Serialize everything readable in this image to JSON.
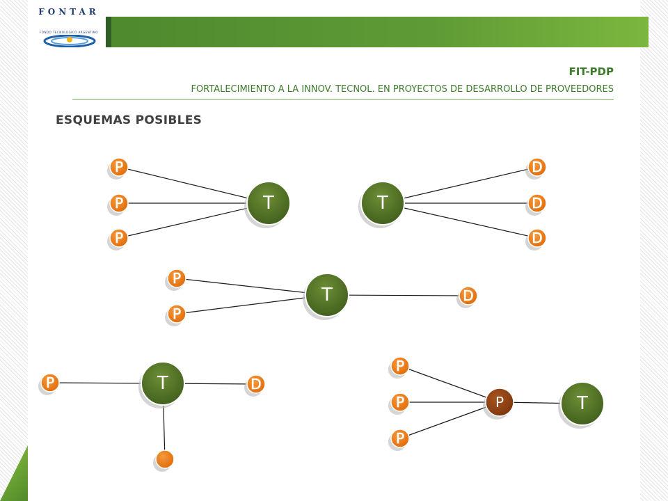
{
  "header": {
    "logo_text": "FONTAR",
    "logo_subtitle": "FONDO TECNOLOGICO ARGENTINO",
    "title": "FIT-PDP",
    "subtitle": "FORTALECIMIENTO A LA INNOV. TECNOL. EN PROYECTOS DE DESARROLLO DE PROVEEDORES"
  },
  "section_heading": "ESQUEMAS POSIBLES",
  "colors": {
    "accent_green": "#3e7a2c",
    "node_dark_green": "#4a6b22",
    "node_orange": "#e8730f",
    "node_brown": "#8c3e10"
  },
  "schemes": [
    {
      "id": "scheme-1",
      "nodes": [
        {
          "id": "s1p1",
          "label": "P"
        },
        {
          "id": "s1p2",
          "label": "P"
        },
        {
          "id": "s1p3",
          "label": "P"
        },
        {
          "id": "s1t",
          "label": "T"
        }
      ],
      "edges": [
        [
          "s1p1",
          "s1t"
        ],
        [
          "s1p2",
          "s1t"
        ],
        [
          "s1p3",
          "s1t"
        ]
      ]
    },
    {
      "id": "scheme-2",
      "nodes": [
        {
          "id": "s2t",
          "label": "T"
        },
        {
          "id": "s2d1",
          "label": "D"
        },
        {
          "id": "s2d2",
          "label": "D"
        },
        {
          "id": "s2d3",
          "label": "D"
        }
      ],
      "edges": [
        [
          "s2t",
          "s2d1"
        ],
        [
          "s2t",
          "s2d2"
        ],
        [
          "s2t",
          "s2d3"
        ]
      ]
    },
    {
      "id": "scheme-3",
      "nodes": [
        {
          "id": "s3p1",
          "label": "P"
        },
        {
          "id": "s3p2",
          "label": "P"
        },
        {
          "id": "s3t",
          "label": "T"
        },
        {
          "id": "s3d",
          "label": "D"
        }
      ],
      "edges": [
        [
          "s3p1",
          "s3t"
        ],
        [
          "s3p2",
          "s3t"
        ],
        [
          "s3t",
          "s3d"
        ]
      ]
    },
    {
      "id": "scheme-4",
      "nodes": [
        {
          "id": "s4p",
          "label": "P"
        },
        {
          "id": "s4t",
          "label": "T"
        },
        {
          "id": "s4d",
          "label": "D"
        },
        {
          "id": "s4o",
          "label": ""
        }
      ],
      "edges": [
        [
          "s4p",
          "s4t"
        ],
        [
          "s4t",
          "s4d"
        ],
        [
          "s4t",
          "s4o"
        ]
      ]
    },
    {
      "id": "scheme-5",
      "nodes": [
        {
          "id": "s5p1",
          "label": "P"
        },
        {
          "id": "s5p2",
          "label": "P"
        },
        {
          "id": "s5p3",
          "label": "P"
        },
        {
          "id": "s5pc",
          "label": "P"
        },
        {
          "id": "s5t",
          "label": "T"
        }
      ],
      "edges": [
        [
          "s5p1",
          "s5pc"
        ],
        [
          "s5p2",
          "s5pc"
        ],
        [
          "s5p3",
          "s5pc"
        ],
        [
          "s5pc",
          "s5t"
        ]
      ]
    }
  ]
}
